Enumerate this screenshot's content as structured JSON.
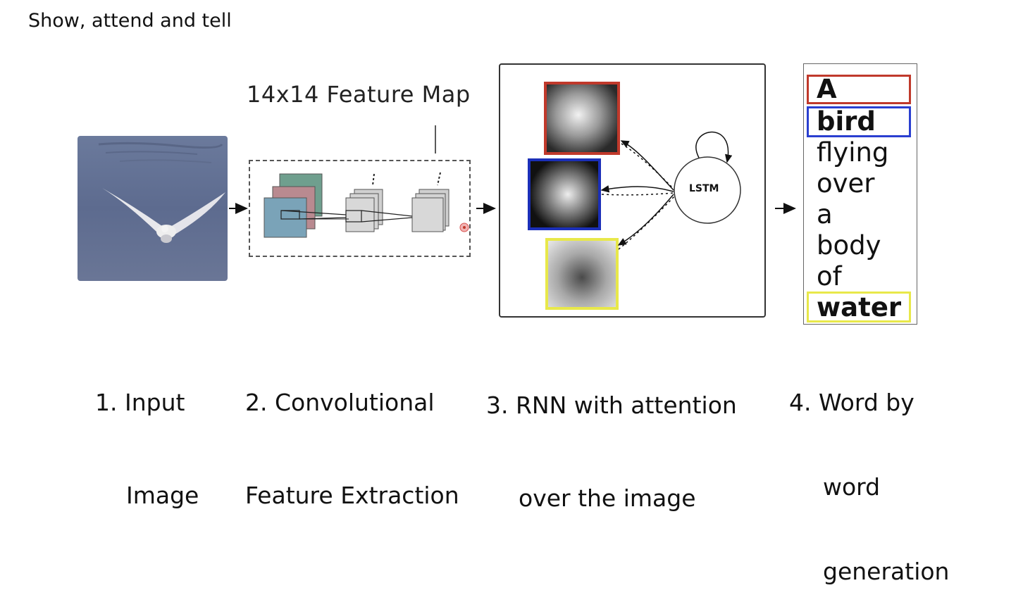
{
  "title": "Show, attend and tell",
  "feature_map_label": "14x14 Feature Map",
  "lstm_label": "LSTM",
  "captions": {
    "step1": [
      "1. Input",
      "Image"
    ],
    "step2": [
      "2. Convolutional",
      "Feature Extraction"
    ],
    "step3": [
      "3. RNN with attention",
      "over the image"
    ],
    "step4": [
      "4. Word by",
      "word",
      "generation"
    ]
  },
  "words": [
    {
      "text": "A",
      "bold": true,
      "highlight": "#c0392b"
    },
    {
      "text": "bird",
      "bold": true,
      "highlight": "#2a3fd0"
    },
    {
      "text": "flying",
      "bold": false,
      "highlight": ""
    },
    {
      "text": "over",
      "bold": false,
      "highlight": ""
    },
    {
      "text": "a",
      "bold": false,
      "highlight": ""
    },
    {
      "text": "body",
      "bold": false,
      "highlight": ""
    },
    {
      "text": "of",
      "bold": false,
      "highlight": ""
    },
    {
      "text": "water",
      "bold": true,
      "highlight": "#e8e84a"
    }
  ],
  "colors": {
    "attention_red": "#c0392b",
    "attention_blue": "#1b2fb8",
    "attention_yellow": "#e8e84a",
    "photo_water": "#5b6a8e"
  }
}
